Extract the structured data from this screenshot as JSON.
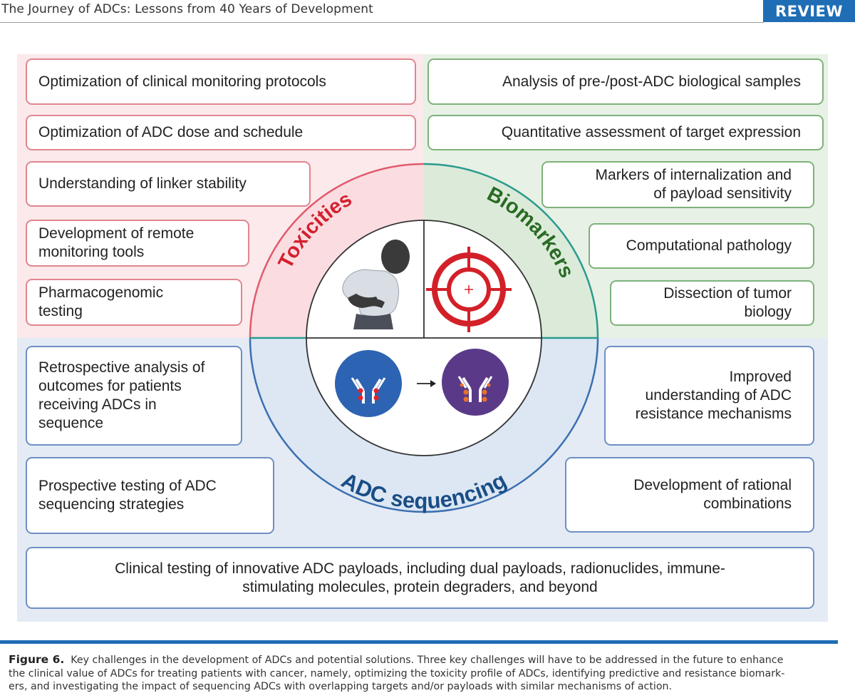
{
  "header": {
    "title": "The Journey of ADCs: Lessons from 40 Years of Development",
    "badge": "REVIEW"
  },
  "sections": {
    "toxicities": "Toxicities",
    "biomarkers": "Biomarkers",
    "sequencing": "ADC sequencing"
  },
  "toxicities_items": [
    "Optimization of clinical monitoring protocols",
    "Optimization of ADC dose and schedule",
    "Understanding of linker stability",
    "Development of remote\nmonitoring tools",
    "Pharmacogenomic\ntesting"
  ],
  "biomarkers_items": [
    "Analysis of pre-/post-ADC biological samples",
    "Quantitative assessment of target expression",
    "Markers of internalization and\nof payload sensitivity",
    "Computational pathology",
    "Dissection of tumor\nbiology"
  ],
  "sequencing_left_items": [
    "Retrospective analysis of\noutcomes for patients\nreceiving ADCs in\nsequence",
    "Prospective testing of ADC\nsequencing strategies"
  ],
  "sequencing_right_items": [
    "Improved\nunderstanding of ADC\nresistance mechanisms",
    "Development of rational\ncombinations"
  ],
  "bottom_item": "Clinical testing of innovative ADC payloads, including dual payloads, radionuclides, immune-\nstimulating molecules, protein degraders, and beyond",
  "caption": {
    "label": "Figure 6.",
    "lines": [
      "Key challenges in the development of ADCs and potential solutions. Three key challenges will have to be addressed in the future to enhance",
      "the clinical value of ADCs for treating patients with cancer, namely, optimizing the toxicity profile of ADCs, identifying predictive and resistance biomark-",
      "ers, and investigating the impact of sequencing ADCs with overlapping targets and/or payloads with similar mechanisms of action."
    ]
  },
  "colors": {
    "toxicities": "#d4202e",
    "biomarkers": "#2a6a24",
    "sequencing": "#1a4d86",
    "accent": "#1f6db4"
  },
  "icons": [
    "patient-abdominal-pain-icon",
    "target-crosshair-icon",
    "antibody-cell-icon",
    "arrow-right-icon",
    "antibody-cell-resistant-icon"
  ]
}
